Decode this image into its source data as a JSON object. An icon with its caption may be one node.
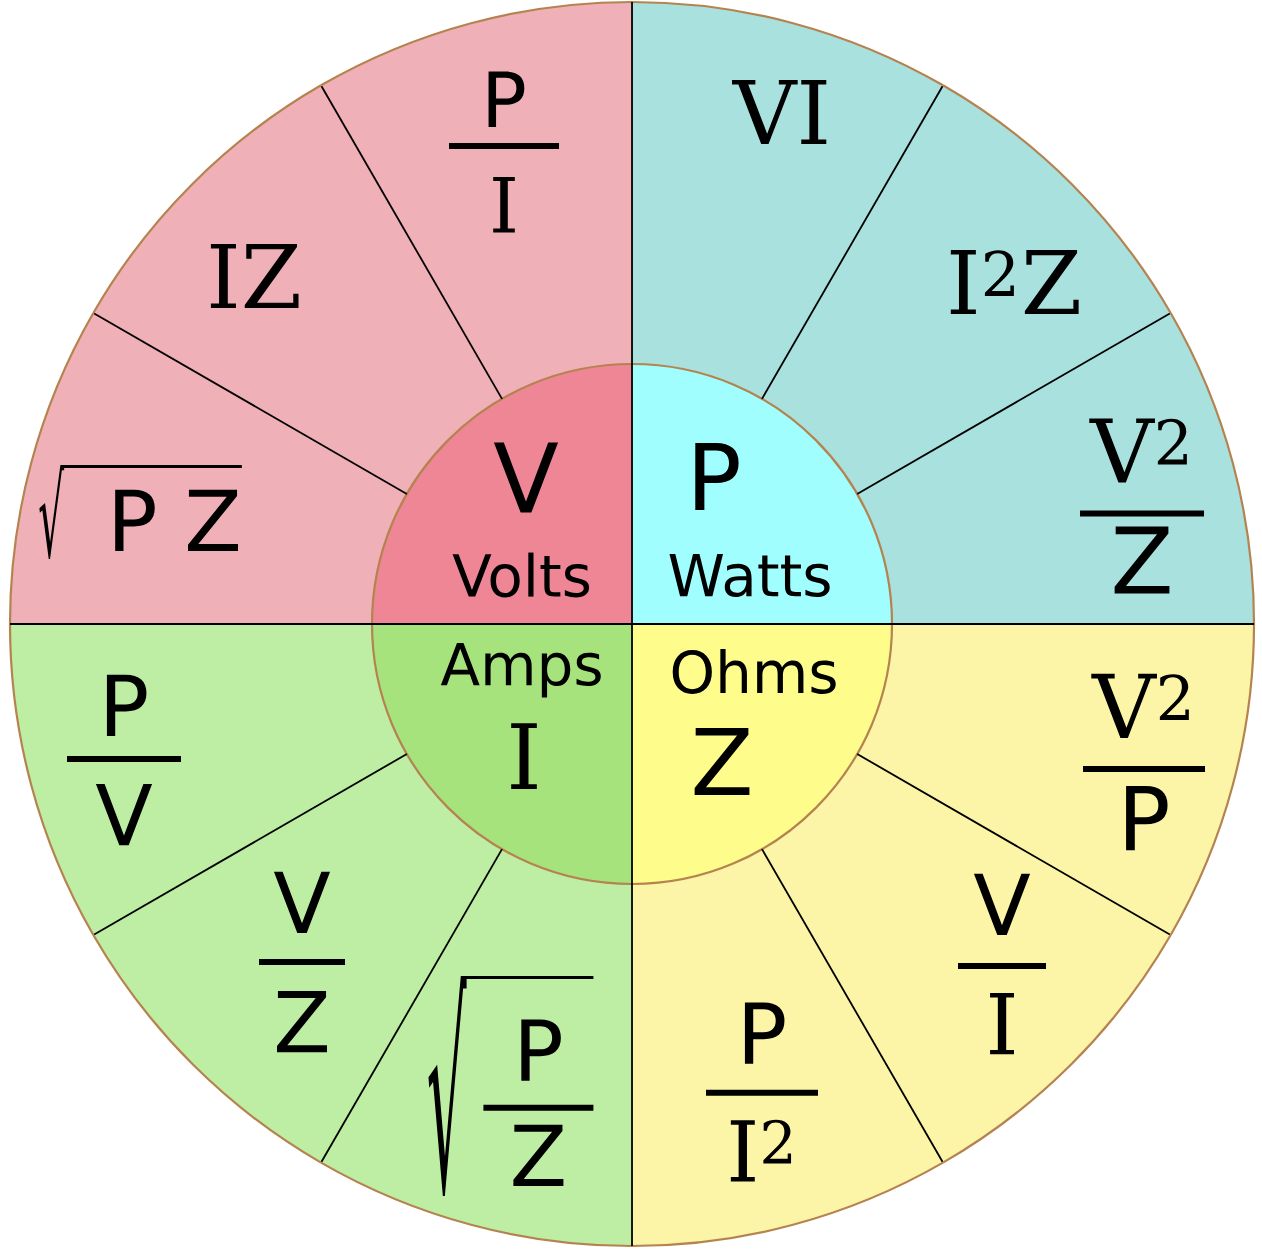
{
  "diagram": {
    "nodes": [
      {
        "text": [
          "V",
          "Volts"
        ]
      },
      {
        "text": [
          "P",
          "I"
        ]
      },
      {
        "text": [
          "IZ"
        ]
      },
      {
        "text": [
          "√",
          "P Z"
        ]
      },
      {
        "text": [
          "P",
          "Watts"
        ]
      },
      {
        "text": [
          "VI"
        ]
      },
      {
        "text": [
          "I$^{2}$Z"
        ]
      },
      {
        "text": [
          "V$^{2}$",
          "Z"
        ]
      },
      {
        "text": [
          "Amps",
          "I"
        ]
      },
      {
        "text": [
          "P",
          "V"
        ]
      },
      {
        "text": [
          "V",
          "Z"
        ]
      },
      {
        "text": [
          "√",
          "P",
          "Z"
        ]
      },
      {
        "text": [
          "Ohms",
          "Z"
        ]
      },
      {
        "text": [
          "V$^{2}$",
          "P"
        ]
      },
      {
        "text": [
          "V",
          "I"
        ]
      },
      {
        "text": [
          "P",
          "I$^{2}$"
        ]
      }
    ]
  }
}
